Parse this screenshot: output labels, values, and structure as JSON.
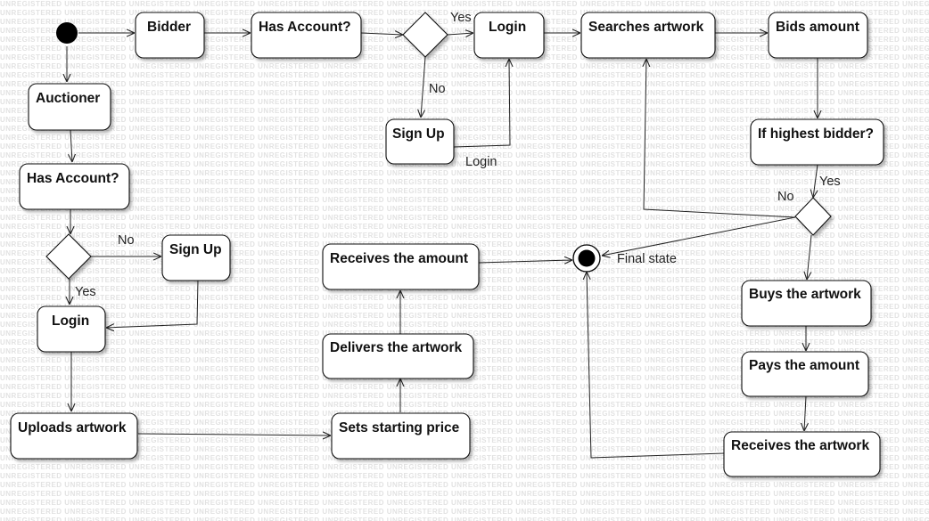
{
  "watermark": {
    "text": "UNREGISTERED"
  },
  "nodes": {
    "bidder": "Bidder",
    "has_account_bidder": "Has Account?",
    "login_bidder": "Login",
    "sign_up_bidder": "Sign Up",
    "searches_artwork": "Searches artwork",
    "bids_amount": "Bids amount",
    "if_highest_bidder": "If highest bidder?",
    "auctioner": "Auctioner",
    "has_account_auctioner": "Has Account?",
    "sign_up_auctioner": "Sign Up",
    "login_auctioner": "Login",
    "uploads_artwork": "Uploads artwork",
    "sets_starting_price": "Sets starting price",
    "delivers_the_artwork": "Delivers the artwork",
    "receives_the_amount": "Receives the amount",
    "buys_the_artwork": "Buys the artwork",
    "pays_the_amount": "Pays the amount",
    "receives_the_artwork": "Receives the artwork"
  },
  "edge_labels": {
    "yes_bidder": "Yes",
    "no_bidder": "No",
    "login_bidder": "Login",
    "no_auctioner": "No",
    "yes_auctioner": "Yes",
    "no_highest": "No",
    "yes_highest": "Yes",
    "final_state": "Final state"
  }
}
